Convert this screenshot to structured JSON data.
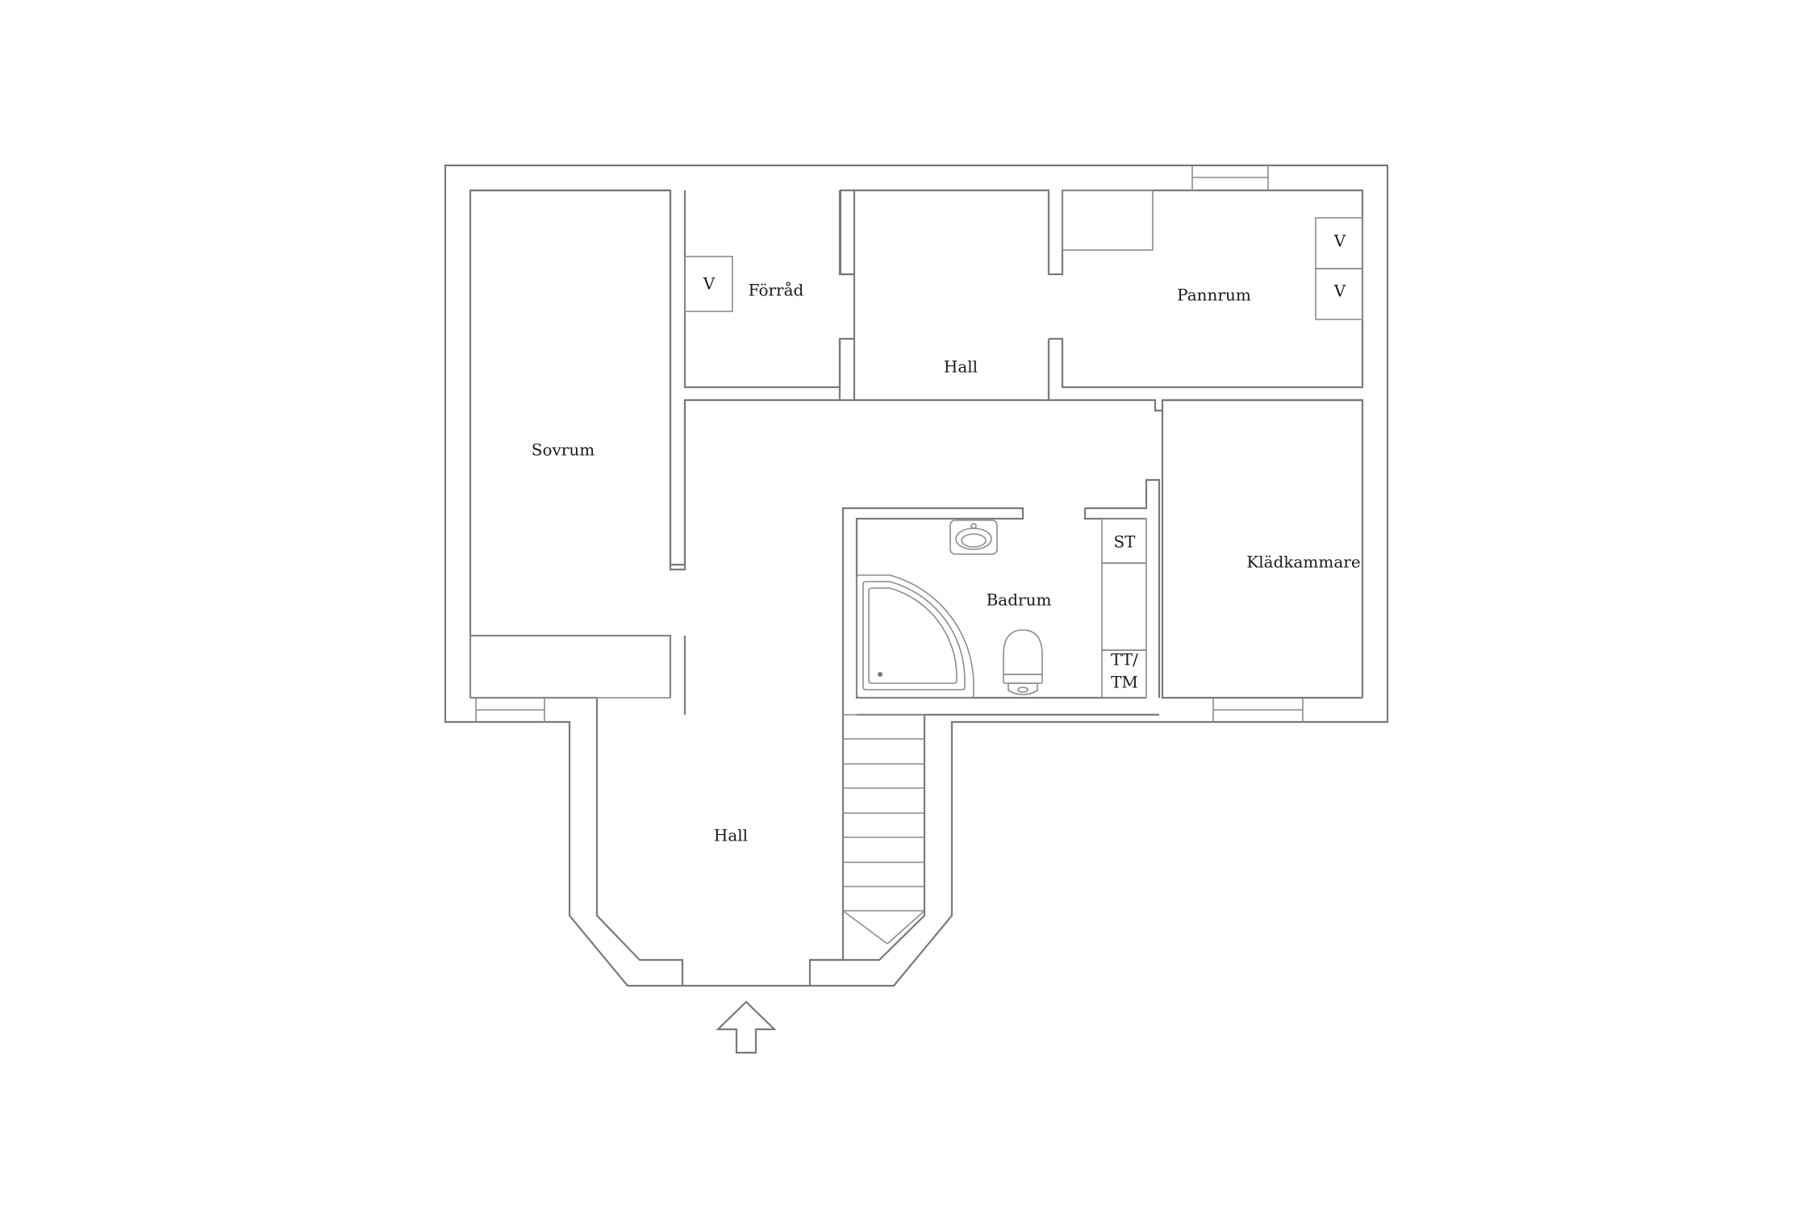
{
  "rooms": {
    "forrad": "Förråd",
    "pannrum": "Pannrum",
    "hall_upper": "Hall",
    "sovrum": "Sovrum",
    "kladkammare": "Klädkammare",
    "badrum": "Badrum",
    "hall_lower": "Hall"
  },
  "fixtures": {
    "v_forrad": "V",
    "v_pannrum_1": "V",
    "v_pannrum_2": "V",
    "st": "ST",
    "tt_line1": "TT/",
    "tt_line2": "TM"
  },
  "colors": {
    "line": "#7a7a7a",
    "text": "#1a1a1a",
    "background": "#ffffff"
  }
}
